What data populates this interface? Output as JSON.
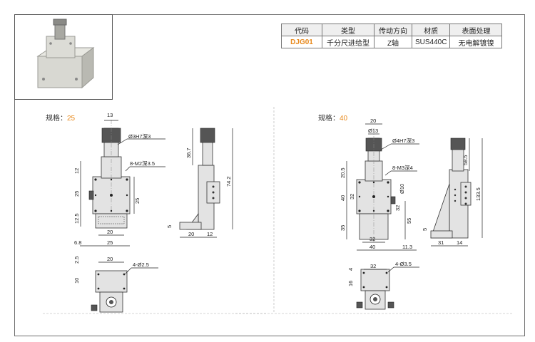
{
  "table": {
    "headers": [
      "代码",
      "类型",
      "传动方向",
      "材质",
      "表面处理"
    ],
    "row": [
      "DJG01",
      "千分尺进给型",
      "Z轴",
      "SUS440C",
      "无电解镀镍"
    ]
  },
  "spec25": {
    "label": "规格：",
    "value": "25"
  },
  "spec40": {
    "label": "规格：",
    "value": "40"
  },
  "dims25": {
    "top_width": "13",
    "hole_note": "Ø3H7深3",
    "screw_note": "8-M2深3.5",
    "h12": "12",
    "h25": "25",
    "h12_5": "12.5",
    "w20": "20",
    "w25": "25",
    "w6_8": "6.8",
    "r25": "25",
    "side_36_7": "36.7",
    "side_74_2": "74.2",
    "side_5": "5",
    "side_20": "20",
    "side_12": "12",
    "bot_2_5": "2.5",
    "bot_20": "20",
    "bot_10": "10",
    "bot_holes": "4-Ø2.5"
  },
  "dims40": {
    "top_20": "20",
    "top_13": "Ø13",
    "hole_note": "Ø4H7深3",
    "screw_note": "8-M3深4",
    "h20_5": "20.5",
    "h40": "40",
    "h32": "32",
    "h35": "35",
    "d10": "Ø10",
    "h32b": "32",
    "h55": "55",
    "w32": "32",
    "w40": "40",
    "w11_3": "11.3",
    "side_58_5": "58.5",
    "side_133_5": "133.5",
    "side_5": "5",
    "side_31": "31",
    "side_14": "14",
    "bot_32": "32",
    "bot_4": "4",
    "bot_16": "16",
    "bot_holes": "4-Ø3.5"
  }
}
